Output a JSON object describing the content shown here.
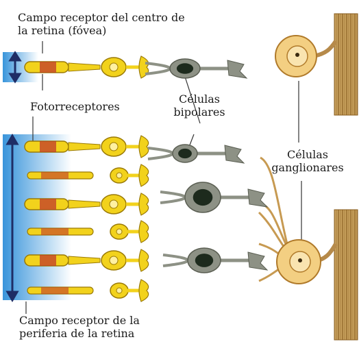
{
  "labels": {
    "fovea_field": [
      "Campo receptor del centro de",
      "la retina (fóvea)"
    ],
    "photoreceptors": "Fotorreceptores",
    "bipolar_cells": [
      "Células",
      "bipolares"
    ],
    "ganglion_cells": [
      "Células",
      "ganglionares"
    ],
    "periphery_field": [
      "Campo receptor de la",
      "periferia de la retina"
    ]
  },
  "colors": {
    "photoreceptor_cell": "#f2d21c",
    "photoreceptor_outline": "#9a7a06",
    "photoreceptor_tip": "#c0392b",
    "bipolar_body": "#8d9185",
    "bipolar_nucleus": "#1d2a1d",
    "ganglion_body": "#f3cf82",
    "ganglion_outline": "#b07a2a",
    "optic_fibers": "#b68a4a",
    "receptive_field": "#2e8fd9",
    "arrow": "#1e2d66"
  }
}
